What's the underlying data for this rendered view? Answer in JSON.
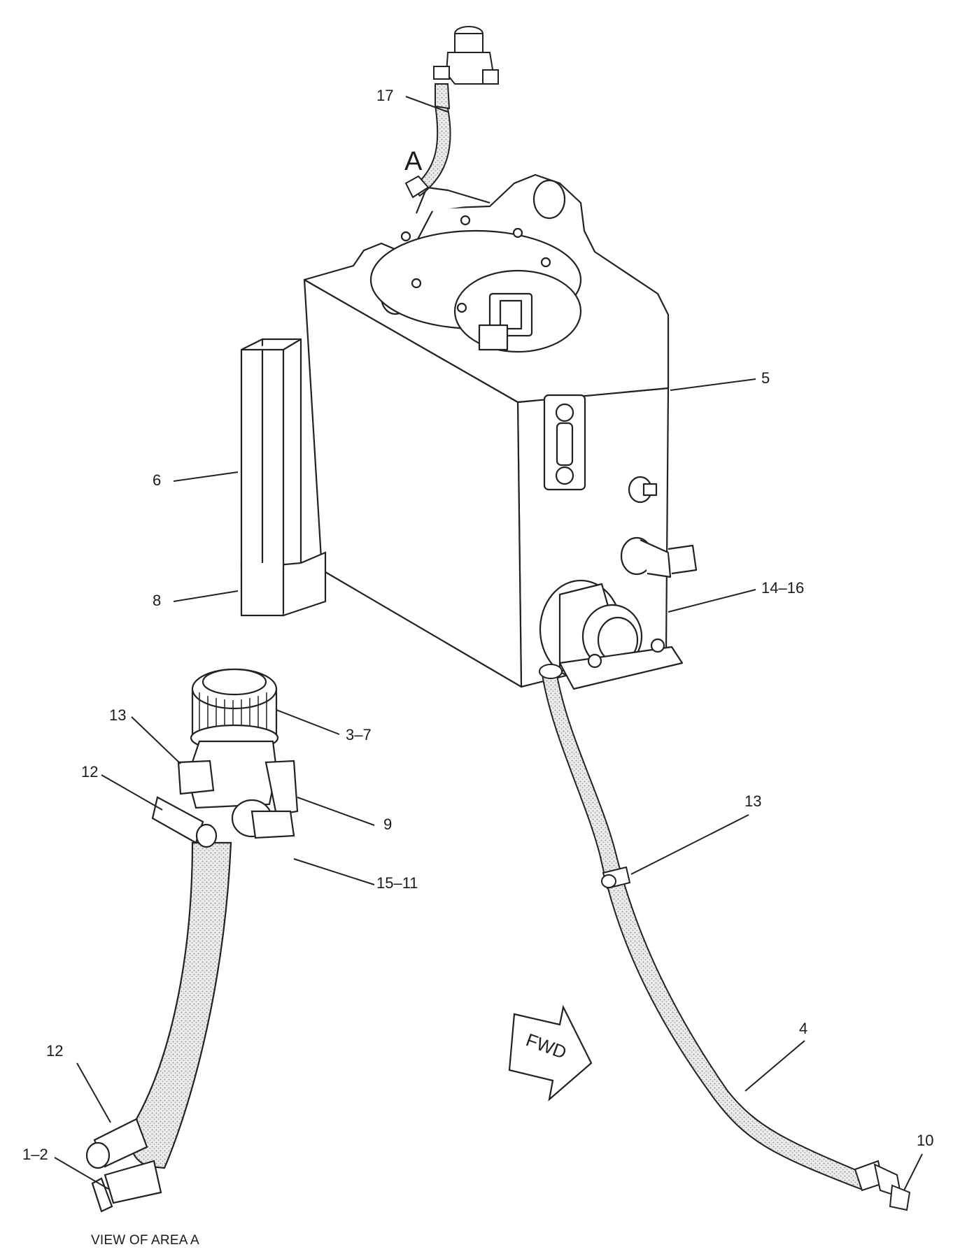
{
  "diagram": {
    "area_letter": "A",
    "view_caption": "VIEW OF AREA A",
    "direction_label": "FWD",
    "stroke_color": "#222222",
    "hose_fill": "#e4e4e4",
    "callouts": [
      {
        "id": "c17",
        "text": "17"
      },
      {
        "id": "c5",
        "text": "5"
      },
      {
        "id": "c6",
        "text": "6"
      },
      {
        "id": "c8",
        "text": "8"
      },
      {
        "id": "c14_16",
        "text": "14–16"
      },
      {
        "id": "c13_top",
        "text": "13"
      },
      {
        "id": "c12_top",
        "text": "12"
      },
      {
        "id": "c3_7",
        "text": "3–7"
      },
      {
        "id": "c9",
        "text": "9"
      },
      {
        "id": "c15_11",
        "text": "15–11"
      },
      {
        "id": "c13_clip",
        "text": "13"
      },
      {
        "id": "c4",
        "text": "4"
      },
      {
        "id": "c12_bottom",
        "text": "12"
      },
      {
        "id": "c1_2",
        "text": "1–2"
      },
      {
        "id": "c10",
        "text": "10"
      }
    ]
  }
}
